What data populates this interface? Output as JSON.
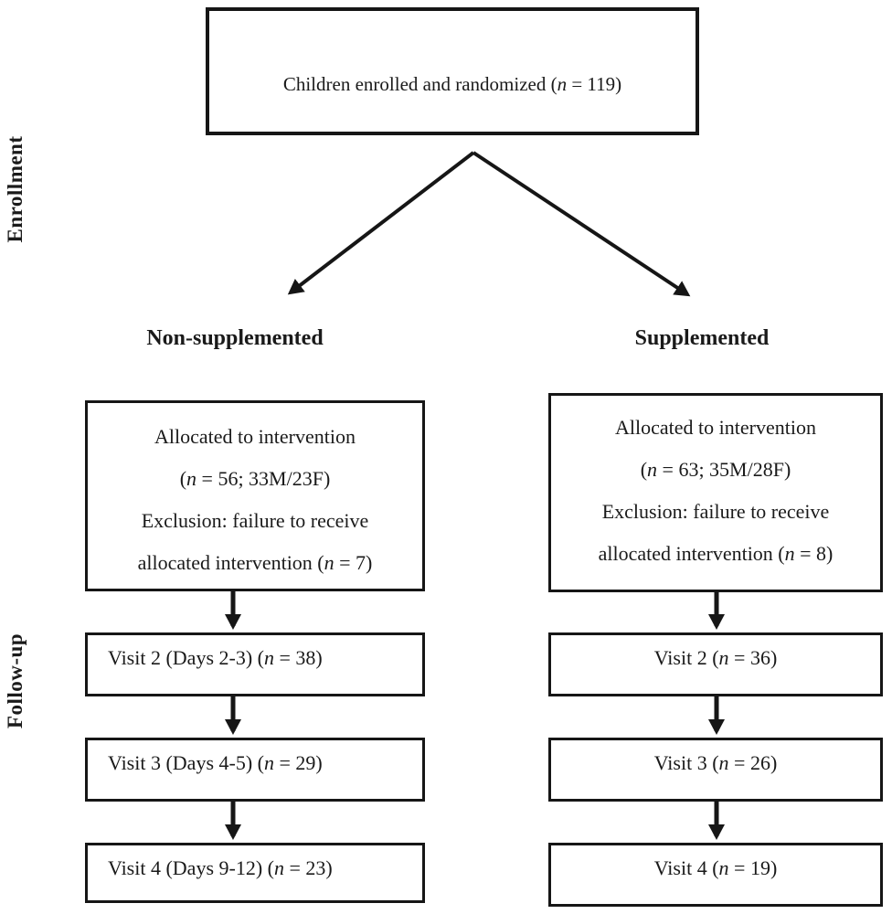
{
  "stage_labels": [
    {
      "label": "Enrollment"
    },
    {
      "label": "Follow-up"
    }
  ],
  "top_box": {
    "pre": "Children enrolled and randomized (",
    "n": "n",
    "post": " = 119)"
  },
  "branches": [
    {
      "heading": "Non-supplemented",
      "allocation": [
        {
          "text": "Allocated to intervention"
        },
        {
          "pre": "(",
          "n": "n",
          "post": " = 56; 33M/23F)"
        },
        {
          "text": "Exclusion: failure to receive"
        },
        {
          "pre": "allocated intervention (",
          "n": "n",
          "post": " = 7)"
        }
      ],
      "visits": [
        {
          "pre": "Visit 2 (Days 2-3) (",
          "n": "n",
          "post": " = 38)"
        },
        {
          "pre": "Visit 3 (Days 4-5) (",
          "n": "n",
          "post": " = 29)"
        },
        {
          "pre": "Visit 4 (Days 9-12) (",
          "n": "n",
          "post": " = 23)"
        }
      ]
    },
    {
      "heading": "Supplemented",
      "allocation": [
        {
          "text": "Allocated to intervention"
        },
        {
          "pre": "(",
          "n": "n",
          "post": " = 63; 35M/28F)"
        },
        {
          "text": "Exclusion: failure to receive"
        },
        {
          "pre": "allocated intervention (",
          "n": "n",
          "post": " = 8)"
        }
      ],
      "visits": [
        {
          "pre": "Visit 2 (",
          "n": "n",
          "post": " = 36)"
        },
        {
          "pre": "Visit 3 (",
          "n": "n",
          "post": " = 26)"
        },
        {
          "pre": "Visit 4 (",
          "n": "n",
          "post": " = 19)"
        }
      ]
    }
  ],
  "colors": {
    "ink": "#161616",
    "background": "#ffffff"
  }
}
